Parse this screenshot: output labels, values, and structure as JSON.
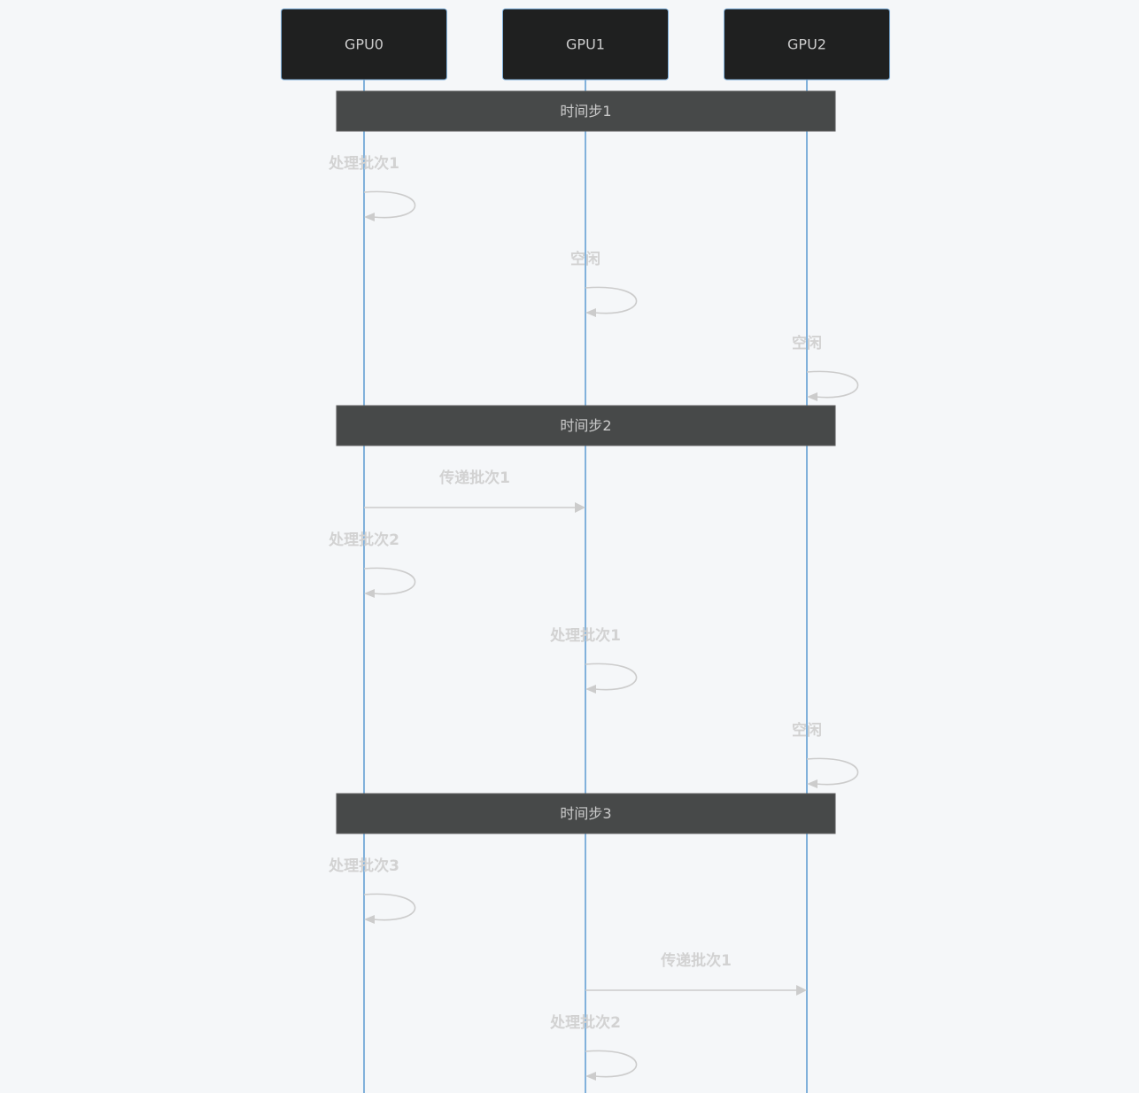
{
  "colors": {
    "background": "#f5f7f9",
    "actor_fill": "#1f2020",
    "actor_border": "#81b1db",
    "lifeline": "#81b1db",
    "note_fill": "#474949",
    "text_light": "#cccccc"
  },
  "actors": [
    {
      "id": "gpu0",
      "label": "GPU0"
    },
    {
      "id": "gpu1",
      "label": "GPU1"
    },
    {
      "id": "gpu2",
      "label": "GPU2"
    }
  ],
  "steps": [
    {
      "type": "note",
      "text": "时间步1"
    },
    {
      "type": "self",
      "actor": 0,
      "label": "处理批次1"
    },
    {
      "type": "self",
      "actor": 1,
      "label": "空闲"
    },
    {
      "type": "self",
      "actor": 2,
      "label": "空闲"
    },
    {
      "type": "note",
      "text": "时间步2"
    },
    {
      "type": "message",
      "from": 0,
      "to": 1,
      "label": "传递批次1"
    },
    {
      "type": "self",
      "actor": 0,
      "label": "处理批次2"
    },
    {
      "type": "self",
      "actor": 1,
      "label": "处理批次1"
    },
    {
      "type": "self",
      "actor": 2,
      "label": "空闲"
    },
    {
      "type": "note",
      "text": "时间步3"
    },
    {
      "type": "self",
      "actor": 0,
      "label": "处理批次3"
    },
    {
      "type": "message",
      "from": 1,
      "to": 2,
      "label": "传递批次1"
    },
    {
      "type": "self",
      "actor": 1,
      "label": "处理批次2"
    }
  ]
}
